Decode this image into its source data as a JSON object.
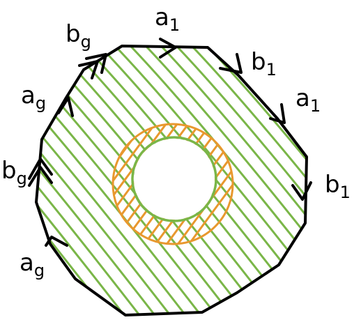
{
  "colors": {
    "outline": "#000000",
    "outer_hatch": "#7ab648",
    "annulus": "#e8982e",
    "inner_circle": "#7ab648",
    "background": "#ffffff"
  },
  "edge_labels": [
    {
      "letter": "a",
      "index": "1"
    },
    {
      "letter": "b",
      "index": "1"
    },
    {
      "letter": "a",
      "index": "1"
    },
    {
      "letter": "b",
      "index": "1"
    },
    {
      "letter": "a",
      "index": "g"
    },
    {
      "letter": "b",
      "index": "g"
    },
    {
      "letter": "a",
      "index": "g"
    },
    {
      "letter": "b",
      "index": "g"
    }
  ]
}
